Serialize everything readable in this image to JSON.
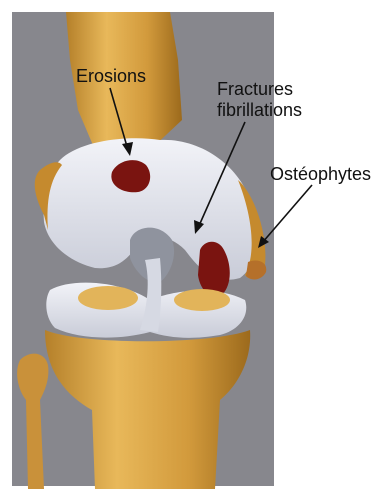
{
  "labels": {
    "erosions": "Erosions",
    "fractures_line1": "Fractures",
    "fractures_line2": "fibrillations",
    "osteophytes": "Ostéophytes"
  },
  "colors": {
    "background": "#87878d",
    "bone": "#d9a441",
    "bone_shadow": "#a8741e",
    "cartilage": "#e3e6ef",
    "lesion": "#7a1410",
    "text": "#111111"
  }
}
